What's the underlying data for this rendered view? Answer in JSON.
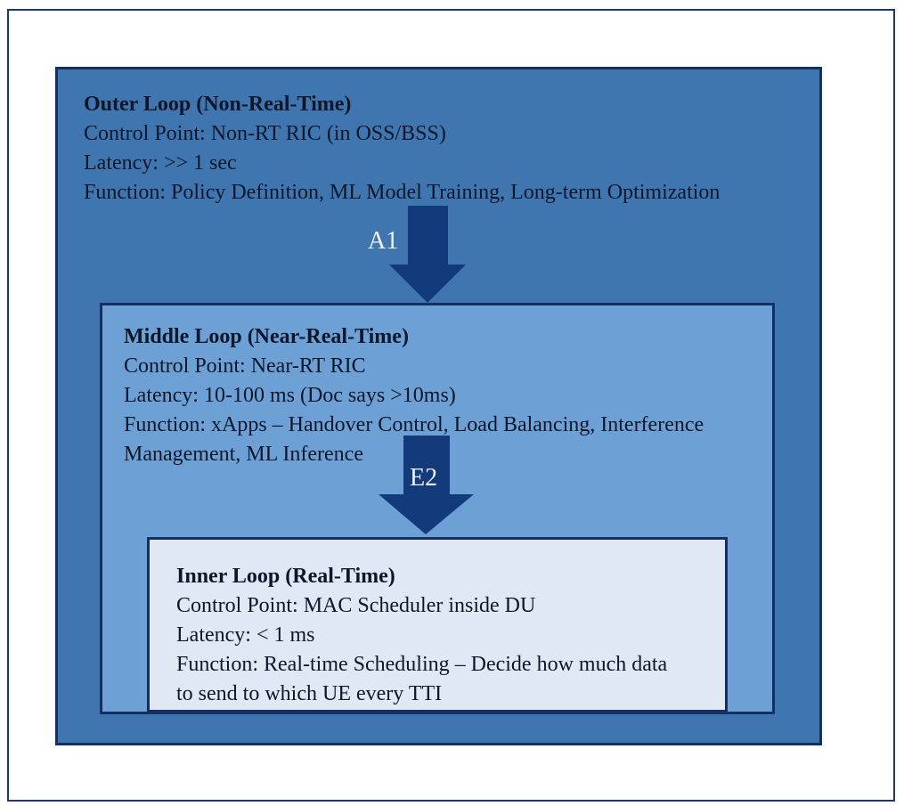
{
  "colors": {
    "page_background": "#ffffff",
    "frame_border": "#1f3864",
    "outer_box_fill": "#3f76b0",
    "middle_box_fill": "#6da1d5",
    "inner_box_fill": "#dfe8f3",
    "box_border": "#142f63",
    "arrow_fill": "#133a7a",
    "text": "#0d1729",
    "arrow_label_text": "#eef2f8"
  },
  "boxes": {
    "outer": {
      "title": "Outer Loop (Non-Real-Time)",
      "lines": [
        "Control Point: Non-RT RIC (in OSS/BSS)",
        "Latency: >> 1 sec",
        "Function: Policy Definition, ML Model Training, Long-term Optimization"
      ]
    },
    "middle": {
      "title": "Middle Loop (Near-Real-Time)",
      "lines": [
        "Control Point: Near-RT RIC",
        "Latency: 10-100 ms (Doc says >10ms)",
        "Function: xApps – Handover Control, Load Balancing, Interference",
        "Management, ML Inference"
      ]
    },
    "inner": {
      "title": "Inner Loop (Real-Time)",
      "lines": [
        "Control Point: MAC Scheduler inside DU",
        "Latency: < 1 ms",
        "Function: Real-time Scheduling – Decide how much data",
        "to send to which UE every TTI"
      ]
    }
  },
  "arrows": {
    "a1": {
      "label": "A1"
    },
    "e2": {
      "label": "E2"
    }
  }
}
